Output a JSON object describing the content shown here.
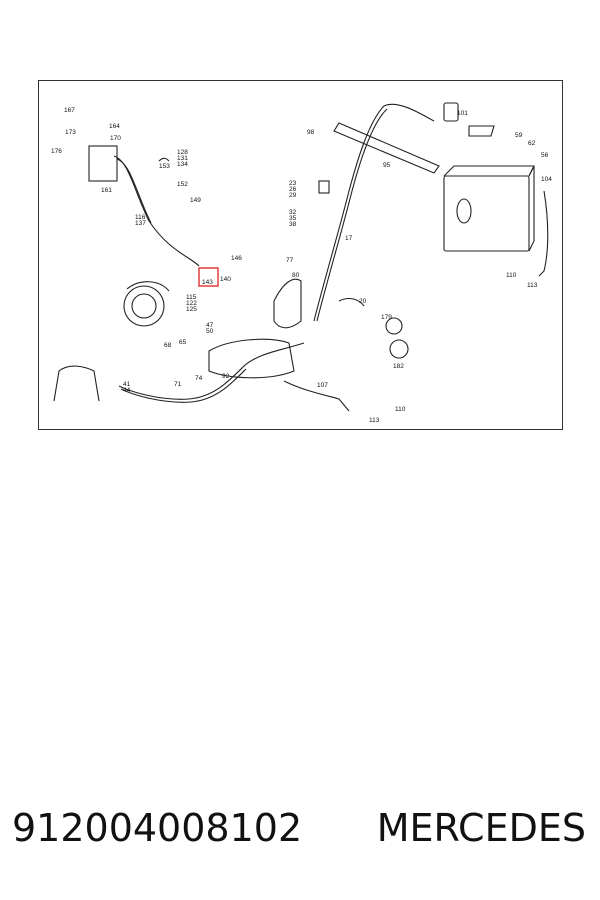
{
  "diagram": {
    "callouts": [
      "167",
      "164",
      "173",
      "170",
      "176",
      "161",
      "116",
      "137",
      "128",
      "131",
      "134",
      "153",
      "152",
      "149",
      "146",
      "143",
      "140",
      "115",
      "122",
      "125",
      "98",
      "23",
      "26",
      "29",
      "32",
      "35",
      "38",
      "17",
      "77",
      "80",
      "47",
      "50",
      "68",
      "65",
      "71",
      "74",
      "92",
      "41",
      "44",
      "101",
      "59",
      "62",
      "56",
      "95",
      "104",
      "110",
      "113",
      "20",
      "179",
      "182",
      "107",
      "110",
      "113"
    ],
    "highlighted_callout": "143",
    "highlight_color": "#e03030"
  },
  "caption": {
    "part_number": "912004008102",
    "brand": "MERCEDES"
  }
}
